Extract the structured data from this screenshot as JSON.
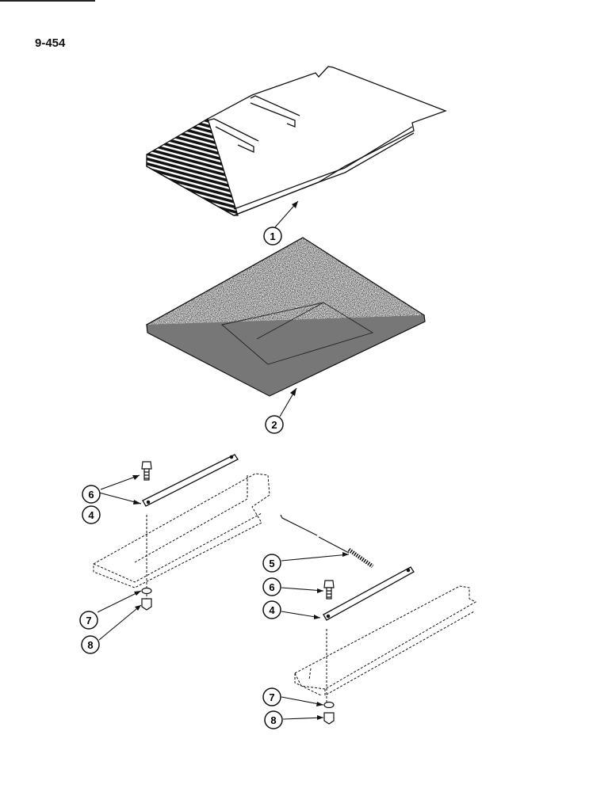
{
  "page": {
    "number": "9-454"
  },
  "callouts": [
    {
      "id": "c1",
      "label": "1"
    },
    {
      "id": "c2",
      "label": "2"
    },
    {
      "id": "c6a",
      "label": "6"
    },
    {
      "id": "c4a",
      "label": "4"
    },
    {
      "id": "c7a",
      "label": "7"
    },
    {
      "id": "c8a",
      "label": "8"
    },
    {
      "id": "c5",
      "label": "5"
    },
    {
      "id": "c6b",
      "label": "6"
    },
    {
      "id": "c4b",
      "label": "4"
    },
    {
      "id": "c7b",
      "label": "7"
    },
    {
      "id": "c8b",
      "label": "8"
    }
  ],
  "colors": {
    "ink": "#111111",
    "paper": "#ffffff",
    "texture": "#555555"
  }
}
